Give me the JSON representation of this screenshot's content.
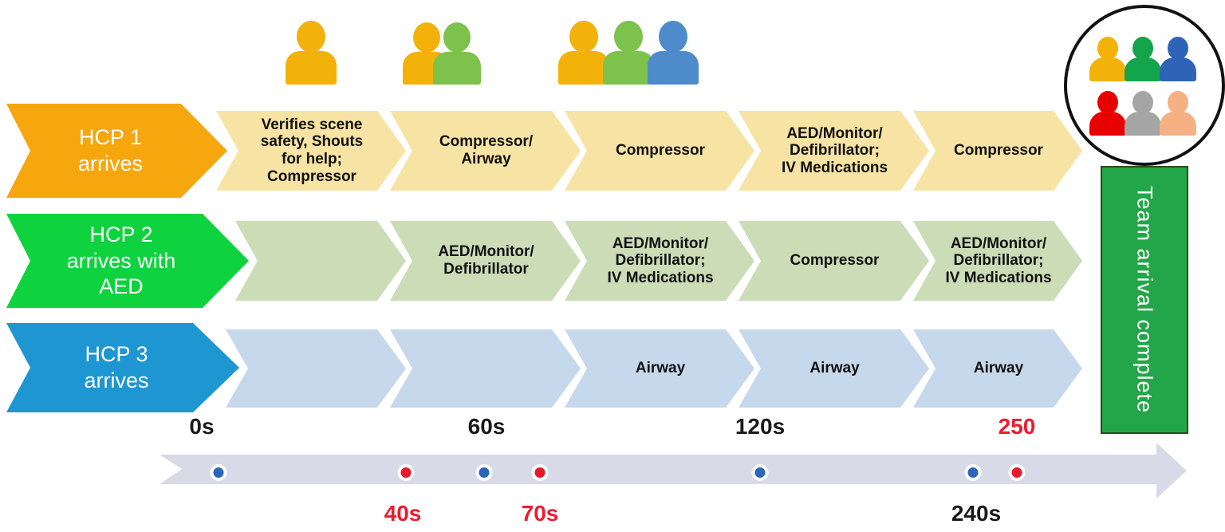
{
  "rows": [
    {
      "name": "hcp1",
      "header": "HCP 1\narrives",
      "segments": [
        "Verifies scene\nsafety, Shouts\nfor help;\nCompressor",
        "Compressor/\nAirway",
        "Compressor",
        "AED/Monitor/\nDefibrillator;\nIV Medications",
        "Compressor"
      ]
    },
    {
      "name": "hcp2",
      "header": "HCP 2\narrives with\nAED",
      "segments": [
        "",
        "AED/Monitor/\nDefibrillator",
        "AED/Monitor/\nDefibrillator;\nIV Medications",
        "Compressor",
        "AED/Monitor/\nDefibrillator;\nIV Medications"
      ]
    },
    {
      "name": "hcp3",
      "header": "HCP 3\narrives",
      "segments": [
        "",
        "",
        "Airway",
        "Airway",
        "Airway"
      ]
    }
  ],
  "banner": {
    "label": "Team arrival complete"
  },
  "timeline": {
    "above": [
      {
        "text": "0s",
        "color": "black"
      },
      {
        "text": "60s",
        "color": "black"
      },
      {
        "text": "120s",
        "color": "black"
      },
      {
        "text": "250",
        "color": "red"
      }
    ],
    "below": [
      {
        "text": "40s",
        "color": "red"
      },
      {
        "text": "70s",
        "color": "red"
      },
      {
        "text": "240s",
        "color": "black"
      }
    ],
    "dots": [
      {
        "time": "0s",
        "color": "blue"
      },
      {
        "time": "40s",
        "color": "red"
      },
      {
        "time": "60s",
        "color": "blue"
      },
      {
        "time": "70s",
        "color": "red"
      },
      {
        "time": "120s",
        "color": "blue"
      },
      {
        "time": "240s",
        "color": "blue"
      },
      {
        "time": "250",
        "color": "red"
      }
    ]
  },
  "staff_icons": {
    "stage1": [
      "yellow"
    ],
    "stage2": [
      "yellow",
      "green"
    ],
    "stage3": [
      "yellow",
      "green",
      "blue"
    ],
    "complete_badge_rows": [
      [
        "yellow",
        "green",
        "blue"
      ],
      [
        "red",
        "gray",
        "peach"
      ]
    ]
  },
  "colors": {
    "hcp1_accent": "#F6A70D",
    "hcp1_light": "#F7E3A3",
    "hcp2_accent": "#0ED33E",
    "hcp2_light": "#CBDCB6",
    "hcp3_accent": "#1E96D2",
    "hcp3_light": "#C5D8EC",
    "timeline_band": "#D9DAE8",
    "banner_green": "#23A54A",
    "dot_blue": "#2C66B8",
    "dot_red": "#E8192C",
    "time_label_red": "#ED1B2E",
    "time_label_black": "#1A1A1A"
  }
}
